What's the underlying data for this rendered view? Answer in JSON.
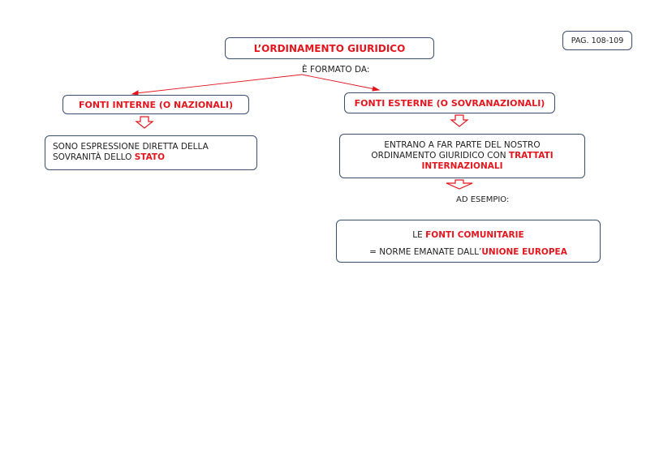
{
  "title": "L’ORDINAMENTO GIURIDICO",
  "page_ref": "PAG. 108-109",
  "formed_by": "È FORMATO DA:",
  "left": {
    "heading": "FONTI INTERNE (O NAZIONALI)",
    "desc_line1": "SONO ESPRESSIONE DIRETTA DELLA",
    "desc_line2": "SOVRANITÀ DELLO ",
    "desc_highlight": "STATO"
  },
  "right": {
    "heading": "FONTI ESTERNE (O SOVRANAZIONALI)",
    "desc_line1": "ENTRANO A FAR PARTE DEL NOSTRO",
    "desc_line2": "ORDINAMENTO GIURIDICO CON ",
    "desc_highlight1": "TRATTATI",
    "desc_highlight2": "INTERNAZIONALI",
    "example_label": "AD ESEMPIO:",
    "example_line1_prefix": "LE ",
    "example_line1_highlight": "FONTI COMUNITARIE",
    "example_line2_prefix": "= NORME EMANATE DALL’",
    "example_line2_highlight": "UNIONE EUROPEA"
  },
  "colors": {
    "accent": "#e3161e",
    "border": "#3a5070"
  }
}
